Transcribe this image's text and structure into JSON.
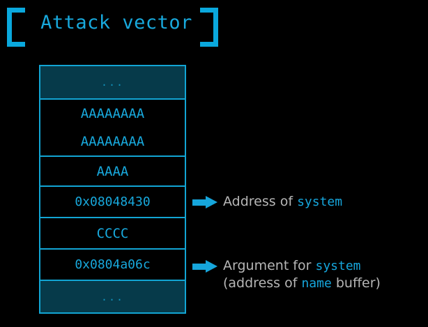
{
  "slide": {
    "title": "Attack vector",
    "bracket_left": "[",
    "bracket_right": "]",
    "accent_color": "#16a6dc",
    "background_color": "#000000",
    "cell_fill_color": "#063a4a",
    "text_gray": "#b6b6b6"
  },
  "stack": {
    "cells": [
      {
        "text": "...",
        "kind": "ellipsis"
      },
      {
        "line1": "AAAAAAAA",
        "line2": "AAAAAAAA",
        "kind": "padding"
      },
      {
        "text": "AAAA",
        "kind": "padding"
      },
      {
        "text": "0x08048430",
        "kind": "address"
      },
      {
        "text": "CCCC",
        "kind": "padding"
      },
      {
        "text": "0x0804a06c",
        "kind": "address"
      },
      {
        "text": "...",
        "kind": "ellipsis"
      }
    ]
  },
  "annotations": [
    {
      "arrow": "right-arrow-icon",
      "line1_prefix": "Address of ",
      "line1_code": "system"
    },
    {
      "arrow": "right-arrow-icon",
      "line1_prefix": "Argument for ",
      "line1_code": "system",
      "line2_prefix": "(address of ",
      "line2_code": "name",
      "line2_suffix": " buffer)"
    }
  ]
}
